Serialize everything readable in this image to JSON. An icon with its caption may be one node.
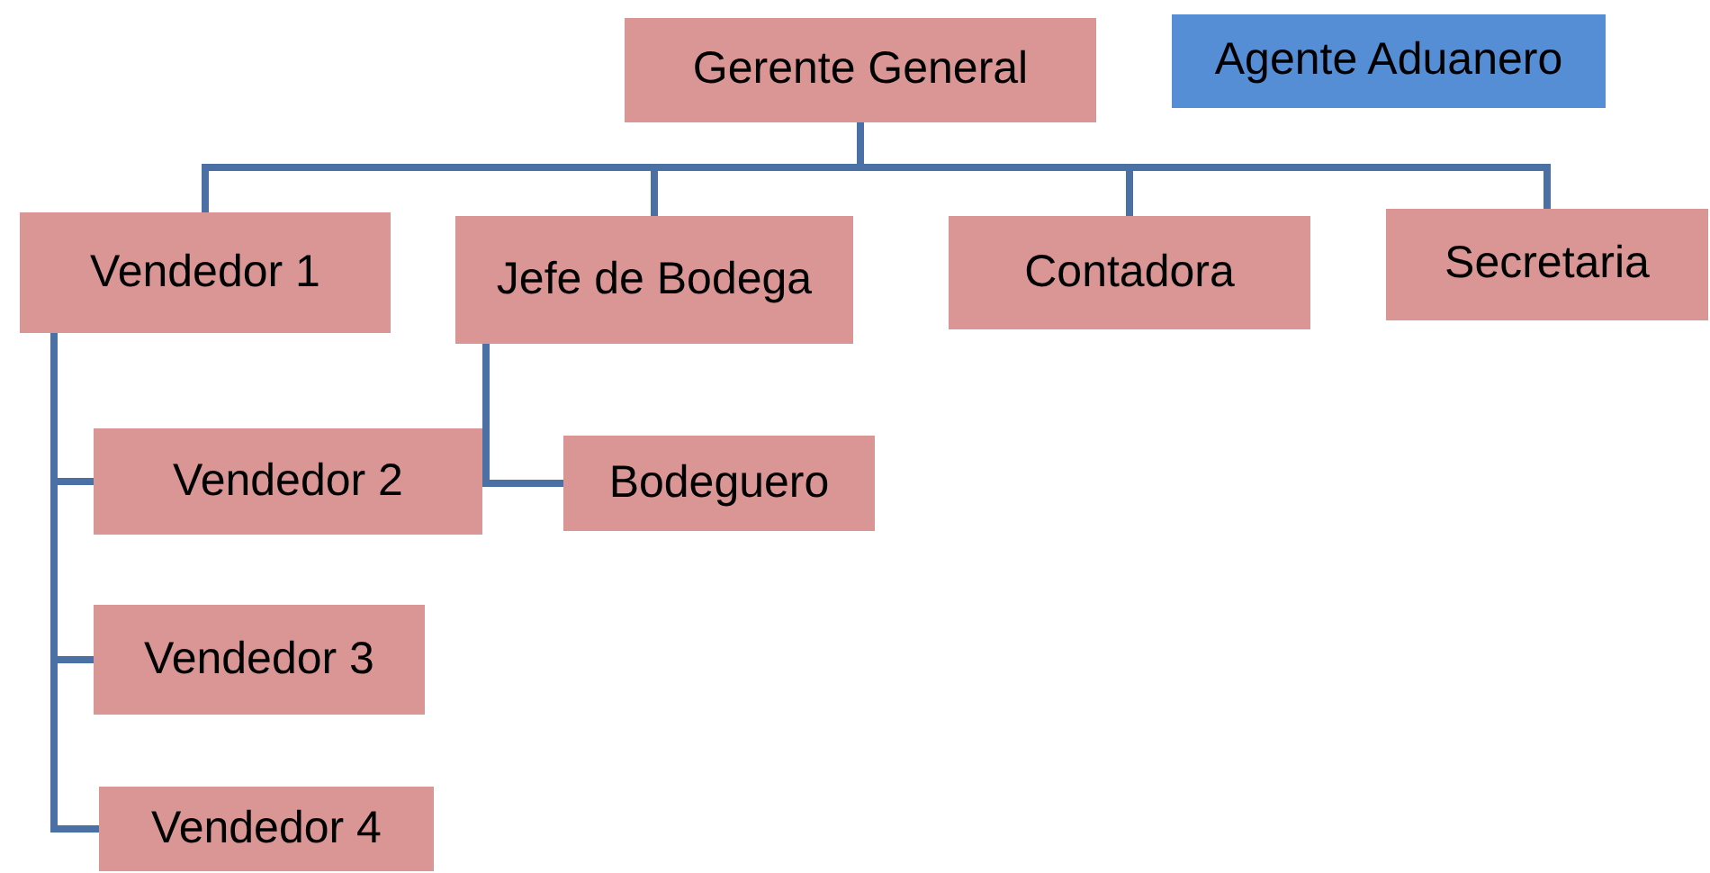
{
  "diagram": {
    "nodes": [
      {
        "text": [
          "Gerente General"
        ]
      },
      {
        "text": [
          "Agente Aduanero"
        ]
      },
      {
        "text": [
          "Vendedor 1"
        ]
      },
      {
        "text": [
          "Jefe de Bodega"
        ]
      },
      {
        "text": [
          "Contadora"
        ]
      },
      {
        "text": [
          "Secretaria"
        ]
      },
      {
        "text": [
          "Vendedor 2"
        ]
      },
      {
        "text": [
          "Vendedor 3"
        ]
      },
      {
        "text": [
          "Vendedor 4"
        ]
      },
      {
        "text": [
          "Bodeguero"
        ]
      }
    ],
    "edges": [
      {
        "from": 0,
        "to": 2,
        "arrow": "none"
      },
      {
        "from": 0,
        "to": 3,
        "arrow": "none"
      },
      {
        "from": 0,
        "to": 4,
        "arrow": "none"
      },
      {
        "from": 0,
        "to": 5,
        "arrow": "none"
      },
      {
        "from": 2,
        "to": 6,
        "arrow": "none"
      },
      {
        "from": 2,
        "to": 7,
        "arrow": "none"
      },
      {
        "from": 2,
        "to": 8,
        "arrow": "none"
      },
      {
        "from": 3,
        "to": 9,
        "arrow": "none"
      }
    ]
  }
}
